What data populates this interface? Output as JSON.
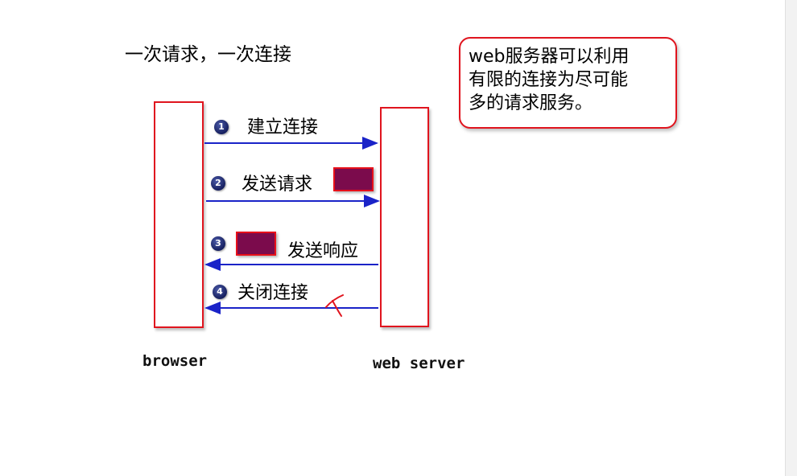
{
  "title": "一次请求，一次连接",
  "note": {
    "line1": "web服务器可以利用",
    "line2": "有限的连接为尽可能",
    "line3": "多的请求服务。"
  },
  "participants": {
    "client": "browser",
    "server": "web server"
  },
  "steps": [
    {
      "number": "1",
      "label": "建立连接",
      "direction": "client-to-server"
    },
    {
      "number": "2",
      "label": "发送请求",
      "direction": "client-to-server"
    },
    {
      "number": "3",
      "label": "发送响应",
      "direction": "server-to-client"
    },
    {
      "number": "4",
      "label": "关闭连接",
      "direction": "server-to-client"
    }
  ],
  "colors": {
    "box_border": "#e0141e",
    "arrow": "#1a23c8",
    "packet_fill": "#7b0b4c",
    "close_mark": "#e0141e"
  }
}
